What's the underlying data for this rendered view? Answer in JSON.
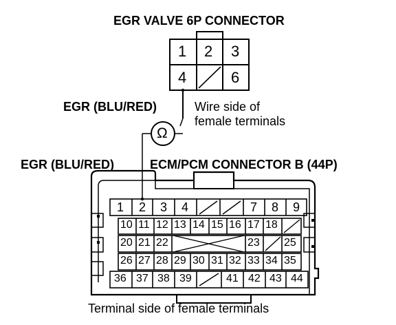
{
  "top_connector": {
    "title": "EGR VALVE 6P CONNECTOR",
    "cells": [
      "1",
      "2",
      "3",
      "4",
      "",
      "6"
    ],
    "blank_cells": [
      4
    ]
  },
  "labels": {
    "egr_wire_top": "EGR (BLU/RED)",
    "wire_side_line1": "Wire side of",
    "wire_side_line2": "female terminals",
    "ohm_symbol": "Ω",
    "egr_wire_left": "EGR (BLU/RED)",
    "ecm_connector": "ECM/PCM CONNECTOR B (44P)",
    "terminal_side": "Terminal side of female terminals"
  },
  "ecm_connector": {
    "row1": [
      "1",
      "2",
      "3",
      "4",
      "",
      "",
      "7",
      "8",
      "9"
    ],
    "row2": [
      "10",
      "11",
      "12",
      "13",
      "14",
      "15",
      "16",
      "17",
      "18",
      ""
    ],
    "row3": [
      "20",
      "21",
      "22",
      "",
      "",
      "",
      "",
      "23",
      "",
      "25"
    ],
    "row4": [
      "26",
      "27",
      "28",
      "29",
      "30",
      "31",
      "32",
      "33",
      "34",
      "35"
    ],
    "row5": [
      "36",
      "37",
      "38",
      "39",
      "",
      "",
      "41",
      "42",
      "43",
      "44"
    ]
  },
  "colors": {
    "line": "#000000",
    "background": "#ffffff"
  }
}
